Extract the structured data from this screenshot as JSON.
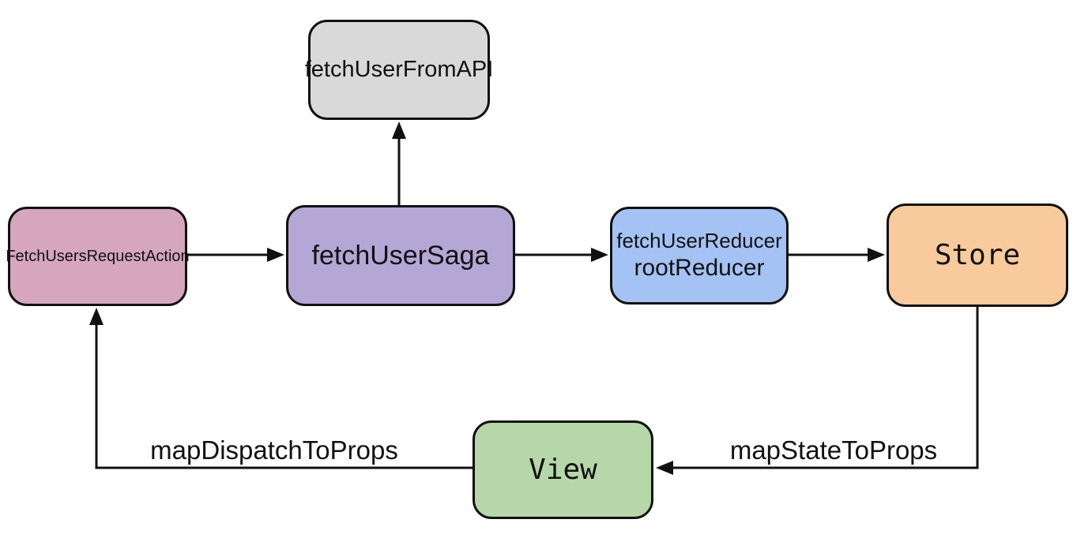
{
  "diagram": {
    "title_semantic": "redux-saga data flow diagram",
    "background_color": "#ffffff",
    "stroke_color": "#111111",
    "nodes": {
      "api": {
        "label": "fetchUserFromAPI",
        "fill": "#d9d9d9"
      },
      "action": {
        "label": "FetchUsersRequestAction",
        "fill": "#d5a6bd"
      },
      "saga": {
        "label": "fetchUserSaga",
        "fill": "#b4a7d6"
      },
      "reducer": {
        "label_line1": "fetchUserReducer",
        "label_line2": "rootReducer",
        "fill": "#a4c2f4"
      },
      "store": {
        "label": "Store",
        "fill": "#f9cb9c"
      },
      "view": {
        "label": "View",
        "fill": "#b6d7a8"
      }
    },
    "edge_labels": {
      "map_dispatch": "mapDispatchToProps",
      "map_state": "mapStateToProps"
    }
  }
}
